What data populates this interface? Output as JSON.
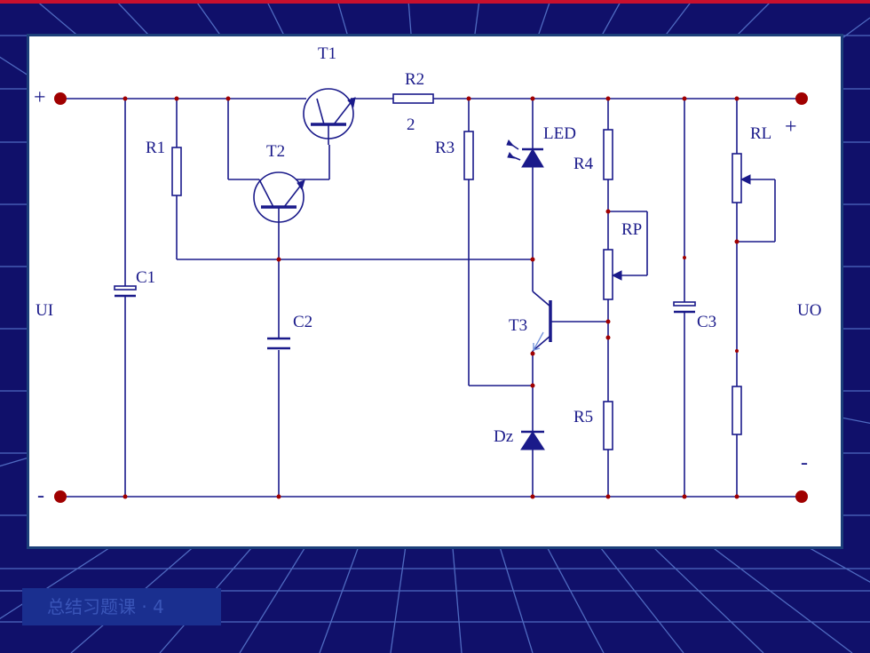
{
  "diagram": {
    "labels": {
      "t1": "T1",
      "t2": "T2",
      "t3": "T3",
      "r1": "R1",
      "r2": "R2",
      "r2_value": "2",
      "r3": "R3",
      "r4": "R4",
      "r5": "R5",
      "rp": "RP",
      "rl": "RL",
      "c1": "C1",
      "c2": "C2",
      "c3": "C3",
      "led": "LED",
      "dz": "Dz",
      "ui": "UI",
      "uo": "UO",
      "in_plus": "+",
      "in_minus": "-",
      "out_plus": "+",
      "out_minus": "-"
    }
  },
  "footer": {
    "text": "总结习题课 · 4"
  },
  "colors": {
    "background": "#10106a",
    "grid": "#5a7ad0",
    "panel": "#ffffff",
    "wire": "#1a1a8a",
    "dot": "#a00000",
    "footer_bg": "#1a2f8f",
    "top_bar": "#c8102e"
  }
}
